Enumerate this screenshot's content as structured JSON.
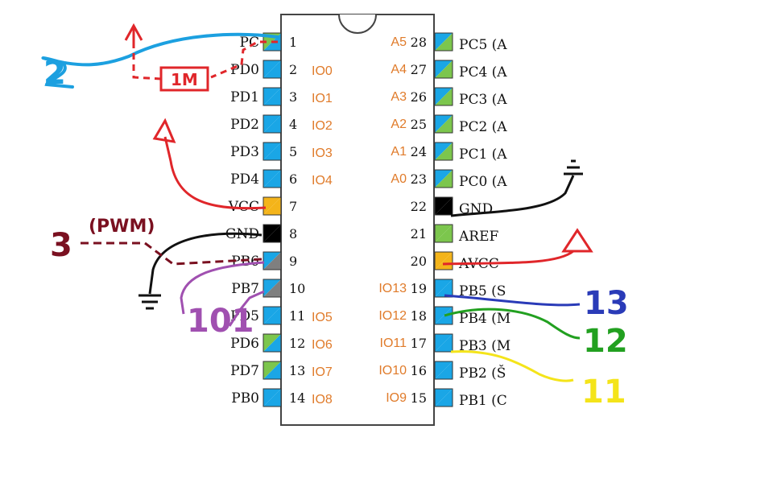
{
  "left_pins": [
    {
      "num": "1",
      "name": "PC",
      "io": "",
      "color": "blue-green"
    },
    {
      "num": "2",
      "name": "PD0",
      "io": "IO0",
      "color": "blue"
    },
    {
      "num": "3",
      "name": "PD1",
      "io": "IO1",
      "color": "blue"
    },
    {
      "num": "4",
      "name": "PD2",
      "io": "IO2",
      "color": "blue"
    },
    {
      "num": "5",
      "name": "PD3",
      "io": "IO3",
      "color": "blue"
    },
    {
      "num": "6",
      "name": "PD4",
      "io": "IO4",
      "color": "blue"
    },
    {
      "num": "7",
      "name": "VCC",
      "io": "",
      "color": "orange"
    },
    {
      "num": "8",
      "name": "GND",
      "io": "",
      "color": "black"
    },
    {
      "num": "9",
      "name": "PB6",
      "io": "",
      "color": "blue-gray"
    },
    {
      "num": "10",
      "name": "PB7",
      "io": "",
      "color": "blue-gray"
    },
    {
      "num": "11",
      "name": "PD5",
      "io": "IO5",
      "color": "blue"
    },
    {
      "num": "12",
      "name": "PD6",
      "io": "IO6",
      "color": "blue-green"
    },
    {
      "num": "13",
      "name": "PD7",
      "io": "IO7",
      "color": "blue-green"
    },
    {
      "num": "14",
      "name": "PB0",
      "io": "IO8",
      "color": "blue"
    }
  ],
  "right_pins": [
    {
      "num": "28",
      "name": "PC5 (A",
      "io": "A5",
      "color": "green-blue"
    },
    {
      "num": "27",
      "name": "PC4 (A",
      "io": "A4",
      "color": "green-blue"
    },
    {
      "num": "26",
      "name": "PC3 (A",
      "io": "A3",
      "color": "green-blue"
    },
    {
      "num": "25",
      "name": "PC2 (A",
      "io": "A2",
      "color": "green-blue"
    },
    {
      "num": "24",
      "name": "PC1 (A",
      "io": "A1",
      "color": "green-blue"
    },
    {
      "num": "23",
      "name": "PC0 (A",
      "io": "A0",
      "color": "green-blue"
    },
    {
      "num": "22",
      "name": "GND",
      "io": "",
      "color": "black"
    },
    {
      "num": "21",
      "name": "AREF",
      "io": "",
      "color": "green"
    },
    {
      "num": "20",
      "name": "AVCC",
      "io": "",
      "color": "orange"
    },
    {
      "num": "19",
      "name": "PB5 (S",
      "io": "IO13",
      "color": "blue"
    },
    {
      "num": "18",
      "name": "PB4 (M",
      "io": "IO12",
      "color": "blue"
    },
    {
      "num": "17",
      "name": "PB3 (M",
      "io": "IO11",
      "color": "blue"
    },
    {
      "num": "16",
      "name": "PB2 (Š",
      "io": "IO10",
      "color": "blue"
    },
    {
      "num": "15",
      "name": "PB1 (C",
      "io": "IO9",
      "color": "blue"
    }
  ],
  "annotations": {
    "resistor_label": "1M",
    "reset_label": "2",
    "pwm_number": "3",
    "pwm_label": "(PWM)",
    "led_label": "101",
    "pin13_label": "13",
    "pin12_label": "12",
    "pin11_label": "11"
  },
  "colors": {
    "pin_blue": "#1aa6e6",
    "pin_green": "#7cc64d",
    "pin_orange": "#f4b41a",
    "pin_gray": "#7f7f7f",
    "pin_black": "#000000",
    "io_label": "#e07b2a",
    "wire_red": "#e0262a",
    "wire_cyan": "#1ca0e0",
    "wire_darkred": "#7a1020",
    "wire_purple": "#a050b0",
    "wire_navy": "#2a3bb8",
    "wire_green": "#22a020",
    "wire_yellow": "#f4e41a"
  }
}
